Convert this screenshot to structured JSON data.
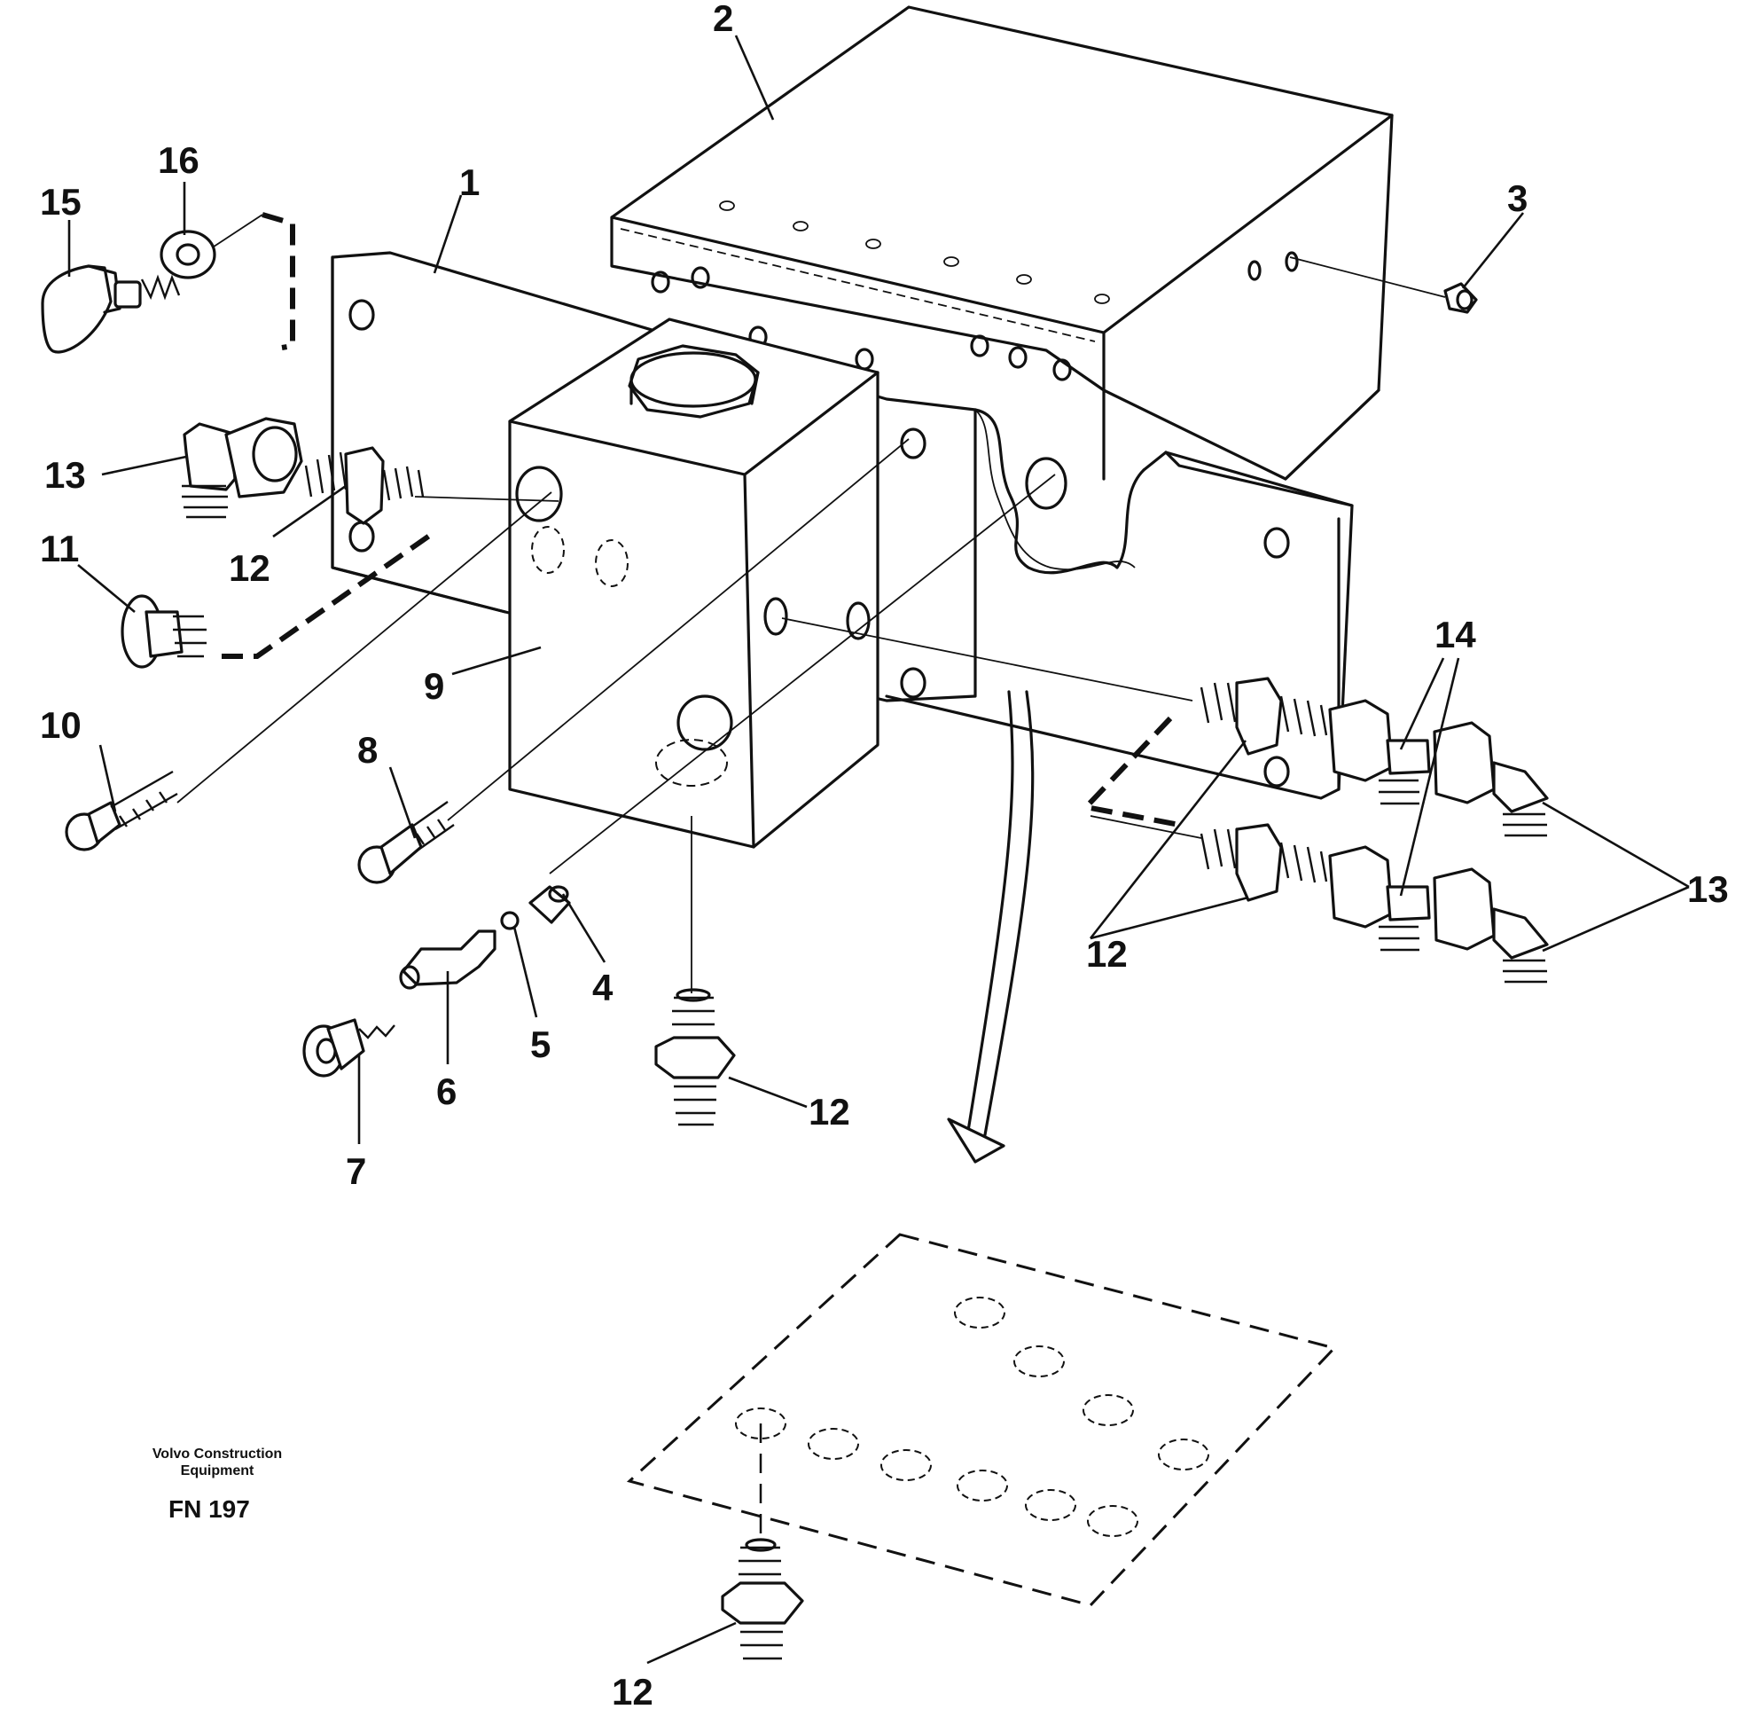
{
  "publisher": {
    "line1": "Volvo Construction",
    "line2": "Equipment"
  },
  "figure_code": "FN 197",
  "callouts": {
    "c1": "1",
    "c2": "2",
    "c3": "3",
    "c4": "4",
    "c5": "5",
    "c6": "6",
    "c7": "7",
    "c8": "8",
    "c9": "9",
    "c10": "10",
    "c11": "11",
    "c12a": "12",
    "c12b": "12",
    "c12c": "12",
    "c12d": "12",
    "c13a": "13",
    "c13b": "13",
    "c14": "14",
    "c15": "15",
    "c16": "16"
  }
}
